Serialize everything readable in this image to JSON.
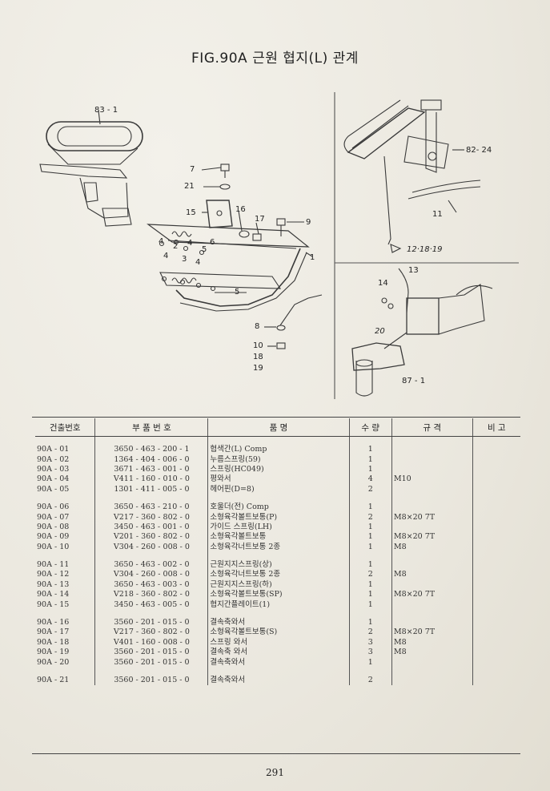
{
  "title": "FIG.90A 근원 협지(L) 관계",
  "callouts": [
    {
      "id": "c83-1",
      "text": "83 - 1"
    },
    {
      "id": "c7",
      "text": "7"
    },
    {
      "id": "c21",
      "text": "21"
    },
    {
      "id": "c15",
      "text": "15"
    },
    {
      "id": "c16",
      "text": "16"
    },
    {
      "id": "c17",
      "text": "17"
    },
    {
      "id": "c9",
      "text": "9"
    },
    {
      "id": "c1",
      "text": "1"
    },
    {
      "id": "c4a",
      "text": "4"
    },
    {
      "id": "c2",
      "text": "2"
    },
    {
      "id": "c4b",
      "text": "4"
    },
    {
      "id": "c5a",
      "text": "5"
    },
    {
      "id": "c6",
      "text": "6"
    },
    {
      "id": "c4c",
      "text": "4"
    },
    {
      "id": "c3",
      "text": "3"
    },
    {
      "id": "c4d",
      "text": "4"
    },
    {
      "id": "c5b",
      "text": "5"
    },
    {
      "id": "c8",
      "text": "8"
    },
    {
      "id": "c10",
      "text": "10"
    },
    {
      "id": "c18",
      "text": "18"
    },
    {
      "id": "c19",
      "text": "19"
    },
    {
      "id": "c82-24",
      "text": "82- 24"
    },
    {
      "id": "c11",
      "text": "11"
    },
    {
      "id": "c12-18-19",
      "text": "12·18·19"
    },
    {
      "id": "c13",
      "text": "13"
    },
    {
      "id": "c14",
      "text": "14"
    },
    {
      "id": "c20",
      "text": "20"
    },
    {
      "id": "c87-1",
      "text": "87 - 1"
    }
  ],
  "table": {
    "headers": [
      "건출번호",
      "부 품 번 호",
      "품 명",
      "수 량",
      "규 격",
      "비 고"
    ],
    "rows": [
      {
        "code": "90A - 01",
        "part": "3650 - 463 - 200 - 1",
        "name": "협색간(L) Comp",
        "qty": "1",
        "spec": "",
        "note": ""
      },
      {
        "code": "90A - 02",
        "part": "1364 - 404 - 006 - 0",
        "name": "누름스프링(59)",
        "qty": "1",
        "spec": "",
        "note": ""
      },
      {
        "code": "90A - 03",
        "part": "3671 - 463 - 001 - 0",
        "name": "스프링(HC049)",
        "qty": "1",
        "spec": "",
        "note": ""
      },
      {
        "code": "90A - 04",
        "part": "V411 - 160 - 010 - 0",
        "name": "평와서",
        "qty": "4",
        "spec": "M10",
        "note": ""
      },
      {
        "code": "90A - 05",
        "part": "1301 - 411 - 005 - 0",
        "name": "헤어핀(D=8)",
        "qty": "2",
        "spec": "",
        "note": ""
      },
      {
        "code": "90A - 06",
        "part": "3650 - 463 - 210 - 0",
        "name": "호울더(전) Comp",
        "qty": "1",
        "spec": "",
        "note": ""
      },
      {
        "code": "90A - 07",
        "part": "V217 - 360 - 802 - 0",
        "name": "소형육각볼트보통(P)",
        "qty": "2",
        "spec": "M8×20 7T",
        "note": ""
      },
      {
        "code": "90A - 08",
        "part": "3450 - 463 - 001 - 0",
        "name": "가이드 스프링(LH)",
        "qty": "1",
        "spec": "",
        "note": ""
      },
      {
        "code": "90A - 09",
        "part": "V201 - 360 - 802 - 0",
        "name": "소형육각볼트보통",
        "qty": "1",
        "spec": "M8×20 7T",
        "note": ""
      },
      {
        "code": "90A - 10",
        "part": "V304 - 260 - 008 - 0",
        "name": "소형육각너트보통 2종",
        "qty": "1",
        "spec": "M8",
        "note": ""
      },
      {
        "code": "90A - 11",
        "part": "3650 - 463 - 002 - 0",
        "name": "근원지지스프링(상)",
        "qty": "1",
        "spec": "",
        "note": ""
      },
      {
        "code": "90A - 12",
        "part": "V304 - 260 - 008 - 0",
        "name": "소형육각너트보통 2종",
        "qty": "2",
        "spec": "M8",
        "note": ""
      },
      {
        "code": "90A - 13",
        "part": "3650 - 463 - 003 - 0",
        "name": "근원지지스프링(하)",
        "qty": "1",
        "spec": "",
        "note": ""
      },
      {
        "code": "90A - 14",
        "part": "V218 - 360 - 802 - 0",
        "name": "소형육각볼트보통(SP)",
        "qty": "1",
        "spec": "M8×20 7T",
        "note": ""
      },
      {
        "code": "90A - 15",
        "part": "3450 - 463 - 005 - 0",
        "name": "협지간플레이트(1)",
        "qty": "1",
        "spec": "",
        "note": ""
      },
      {
        "code": "90A - 16",
        "part": "3560 - 201 - 015 - 0",
        "name": "결속축와서",
        "qty": "1",
        "spec": "",
        "note": ""
      },
      {
        "code": "90A - 17",
        "part": "V217 - 360 - 802 - 0",
        "name": "소형육각볼트보통(S)",
        "qty": "2",
        "spec": "M8×20 7T",
        "note": ""
      },
      {
        "code": "90A - 18",
        "part": "V401 - 160 - 008 - 0",
        "name": "스프링 와서",
        "qty": "3",
        "spec": "M8",
        "note": ""
      },
      {
        "code": "90A - 19",
        "part": "3560 - 201 - 015 - 0",
        "name": "결속축 와서",
        "qty": "3",
        "spec": "M8",
        "note": ""
      },
      {
        "code": "90A - 20",
        "part": "3560 - 201 - 015 - 0",
        "name": "결속축와서",
        "qty": "1",
        "spec": "",
        "note": ""
      },
      {
        "code": "90A - 21",
        "part": "3560 - 201 - 015 - 0",
        "name": "결속축와서",
        "qty": "2",
        "spec": "",
        "note": ""
      }
    ]
  },
  "page_number": "291"
}
